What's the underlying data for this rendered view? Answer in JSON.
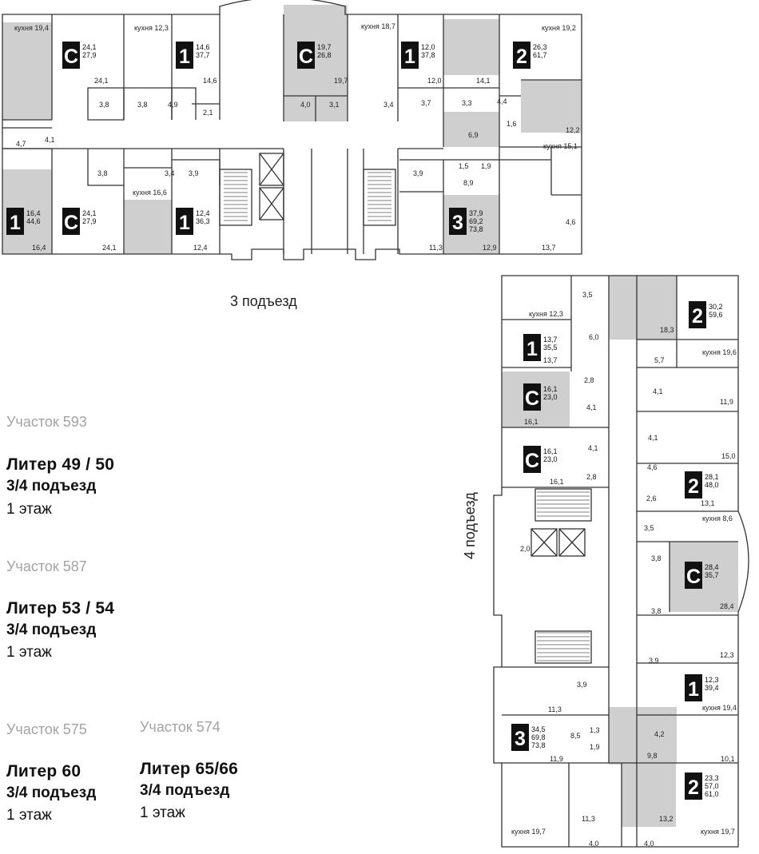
{
  "entrance3": "3 подъезд",
  "entrance4": "4 подъезд",
  "blocks": [
    {
      "plot": "Участок 593",
      "liter": "Литер 49 / 50",
      "entrances": "3/4 подъезд",
      "floor": "1 этаж"
    },
    {
      "plot": "Участок 587",
      "liter": "Литер 53 / 54",
      "entrances": "3/4 подъезд",
      "floor": "1 этаж"
    },
    {
      "plot": "Участок 575",
      "liter": "Литер 60",
      "entrances": "3/4 подъезд",
      "floor": "1 этаж"
    },
    {
      "plot": "Участок 574",
      "liter": "Литер 65/66",
      "entrances": "3/4 подъезд",
      "floor": "1 этаж"
    }
  ],
  "apartments": [
    {
      "type": "C",
      "l1": "24,1",
      "l2": "27,9"
    },
    {
      "type": "1",
      "l1": "14,6",
      "l2": "37,7"
    },
    {
      "type": "C",
      "l1": "19,7",
      "l2": "26,8"
    },
    {
      "type": "1",
      "l1": "12,0",
      "l2": "37,8"
    },
    {
      "type": "2",
      "l1": "26,3",
      "l2": "61,7"
    },
    {
      "type": "1",
      "l1": "16,4",
      "l2": "44,6"
    },
    {
      "type": "C",
      "l1": "24,1",
      "l2": "27,9"
    },
    {
      "type": "1",
      "l1": "12,4",
      "l2": "36,3"
    },
    {
      "type": "3",
      "l1": "37,9",
      "l2": "69,2",
      "l3": "73,8"
    },
    {
      "type": "2",
      "l1": "30,2",
      "l2": "59,6"
    },
    {
      "type": "1",
      "l1": "13,7",
      "l2": "35,5"
    },
    {
      "type": "C",
      "l1": "16,1",
      "l2": "23,0"
    },
    {
      "type": "C",
      "l1": "16,1",
      "l2": "23,0"
    },
    {
      "type": "2",
      "l1": "28,1",
      "l2": "48,0"
    },
    {
      "type": "C",
      "l1": "28,4",
      "l2": "35,7"
    },
    {
      "type": "1",
      "l1": "12,3",
      "l2": "39,4"
    },
    {
      "type": "3",
      "l1": "34,5",
      "l2": "69,8",
      "l3": "73,8"
    },
    {
      "type": "2",
      "l1": "23,3",
      "l2": "57,0",
      "l3": "61,0"
    }
  ],
  "rooms": [
    "кухня 19,4",
    "кухня 12,3",
    "кухня 18,7",
    "кухня 19,2",
    "24,1",
    "3,8",
    "3,8",
    "4,9",
    "14,6",
    "2,1",
    "19,7",
    "4,0",
    "3,1",
    "3,4",
    "3,7",
    "12,0",
    "3,3",
    "14,1",
    "4,4",
    "1,6",
    "12,2",
    "6,9",
    "4,7",
    "4,1",
    "3,8",
    "3,4",
    "3,9",
    "кухня 16,6",
    "кухня 15,1",
    "3,9",
    "1,5",
    "1,9",
    "8,9",
    "16,4",
    "24,1",
    "12,4",
    "11,3",
    "12,9",
    "4,6",
    "13,7",
    "3,5",
    "кухня 12,3",
    "6,0",
    "13,7",
    "18,3",
    "кухня 19,6",
    "5,7",
    "2,8",
    "4,1",
    "4,1",
    "11,9",
    "16,1",
    "4,1",
    "4,1",
    "15,0",
    "16,1",
    "2,8",
    "4,6",
    "13,1",
    "2,6",
    "кухня 8,6",
    "3,5",
    "2,0",
    "3,8",
    "28,4",
    "3,8",
    "12,3",
    "3,9",
    "3,9",
    "кухня 19,4",
    "11,3",
    "1,3",
    "8,5",
    "4,2",
    "1,9",
    "9,8",
    "10,1",
    "11,9",
    "11,3",
    "13,2",
    "кухня 19,7",
    "кухня 19,7",
    "4,0",
    "4,0"
  ]
}
